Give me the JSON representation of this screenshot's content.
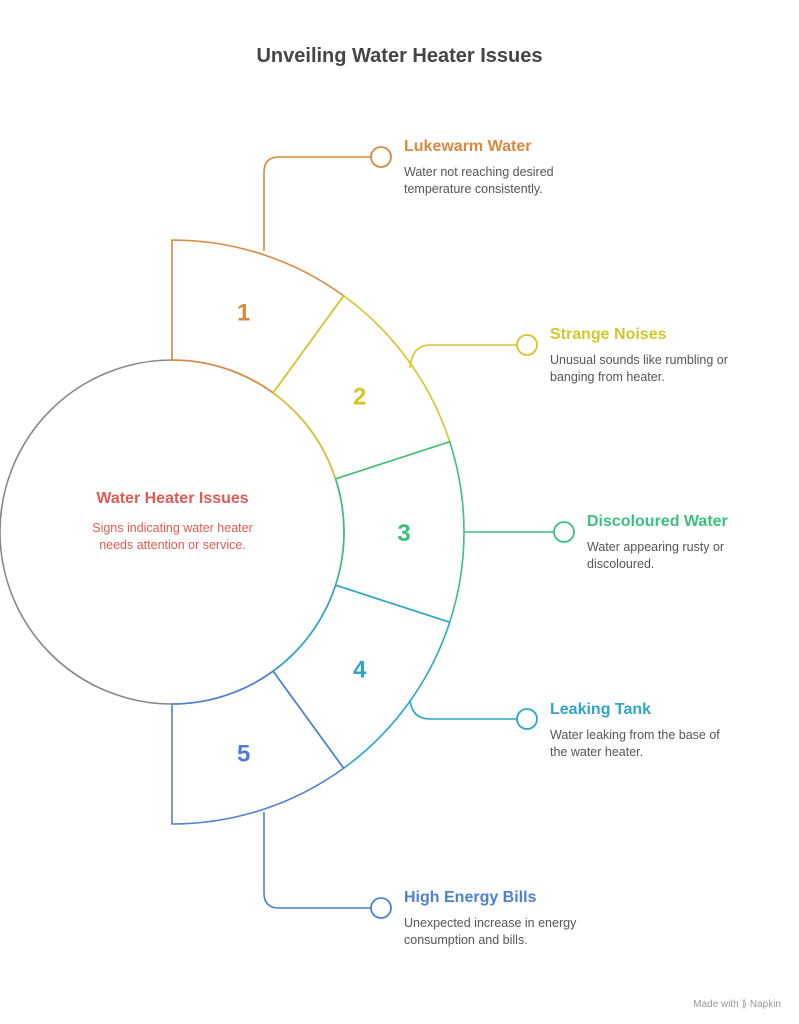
{
  "title": "Unveiling Water Heater Issues",
  "center": {
    "title": "Water Heater Issues",
    "description": "Signs indicating water heater needs attention or service."
  },
  "items": [
    {
      "number": "1",
      "title": "Lukewarm Water",
      "description": "Water not reaching desired temperature consistently.",
      "color": "#d9883e"
    },
    {
      "number": "2",
      "title": "Strange Noises",
      "description": "Unusual sounds like rumbling or banging from heater.",
      "color": "#d4c62a"
    },
    {
      "number": "3",
      "title": "Discoloured Water",
      "description": "Water appearing rusty or discoloured.",
      "color": "#3dbf7e"
    },
    {
      "number": "4",
      "title": "Leaking Tank",
      "description": "Water leaking from the base of the water heater.",
      "color": "#2fa5c8"
    },
    {
      "number": "5",
      "title": "High Energy Bills",
      "description": "Unexpected increase in energy consumption and bills.",
      "color": "#4f80d0"
    }
  ],
  "footer": "Made with ⟫ Napkin"
}
